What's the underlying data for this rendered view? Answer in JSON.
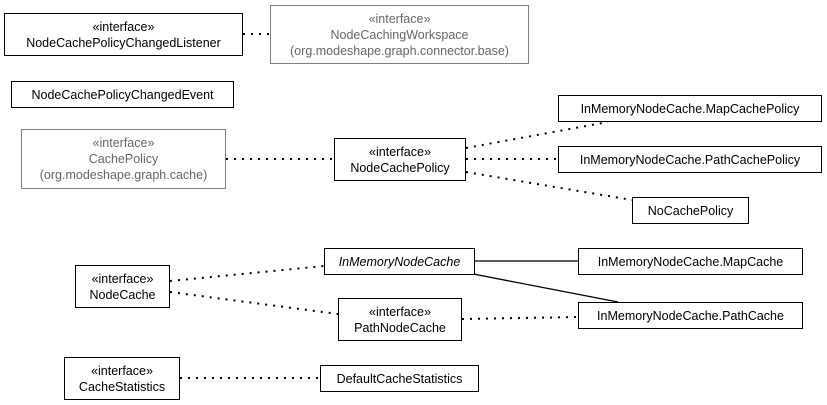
{
  "stereotype": "«interface»",
  "nodes": {
    "listener": {
      "name": "NodeCachePolicyChangedListener"
    },
    "workspace": {
      "name": "NodeCachingWorkspace",
      "package": "(org.modeshape.graph.connector.base)"
    },
    "event": {
      "name": "NodeCachePolicyChangedEvent"
    },
    "cachePolicy": {
      "name": "CachePolicy",
      "package": "(org.modeshape.graph.cache)"
    },
    "nodeCachePolicy": {
      "name": "NodeCachePolicy"
    },
    "mapCachePolicy": {
      "name": "InMemoryNodeCache.MapCachePolicy"
    },
    "pathCachePolicy": {
      "name": "InMemoryNodeCache.PathCachePolicy"
    },
    "noCachePolicy": {
      "name": "NoCachePolicy"
    },
    "inMemoryNodeCache": {
      "name": "InMemoryNodeCache"
    },
    "mapCache": {
      "name": "InMemoryNodeCache.MapCache"
    },
    "nodeCache": {
      "name": "NodeCache"
    },
    "pathNodeCache": {
      "name": "PathNodeCache"
    },
    "pathCache": {
      "name": "InMemoryNodeCache.PathCache"
    },
    "cacheStatistics": {
      "name": "CacheStatistics"
    },
    "defaultCacheStatistics": {
      "name": "DefaultCacheStatistics"
    }
  }
}
